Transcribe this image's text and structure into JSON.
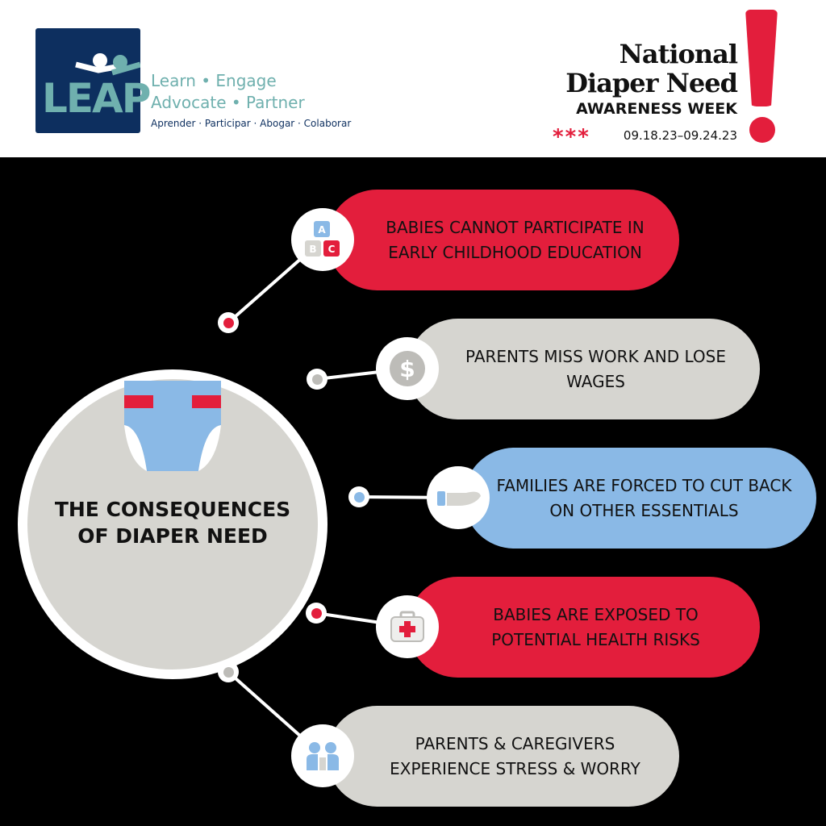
{
  "header": {
    "leap_logo": "LEAP",
    "tagline_1": "Learn • Engage",
    "tagline_2": "Advocate • Partner",
    "tagline_es": "Aprender · Participar · Abogar · Colaborar",
    "event_line1": "National",
    "event_line2": "Diaper Need",
    "event_line3": "AWARENESS WEEK",
    "event_stars": "***",
    "event_dates": "09.18.23–09.24.23"
  },
  "center": {
    "title": "THE CONSEQUENCES OF DIAPER NEED"
  },
  "items": [
    {
      "text": "BABIES CANNOT PARTICIPATE IN EARLY CHILDHOOD EDUCATION",
      "icon": "abc-blocks-icon",
      "color": "#e31e3c"
    },
    {
      "text": "PARENTS MISS WORK AND LOSE WAGES",
      "icon": "dollar-icon",
      "color": "#d6d5d0"
    },
    {
      "text": "FAMILIES ARE FORCED TO CUT BACK ON OTHER ESSENTIALS",
      "icon": "hand-icon",
      "color": "#8ab9e6"
    },
    {
      "text": "BABIES ARE EXPOSED TO POTENTIAL HEALTH RISKS",
      "icon": "first-aid-kit-icon",
      "color": "#e31e3c"
    },
    {
      "text": "PARENTS & CAREGIVERS EXPERIENCE STRESS & WORRY",
      "icon": "people-icon",
      "color": "#d6d5d0"
    }
  ]
}
